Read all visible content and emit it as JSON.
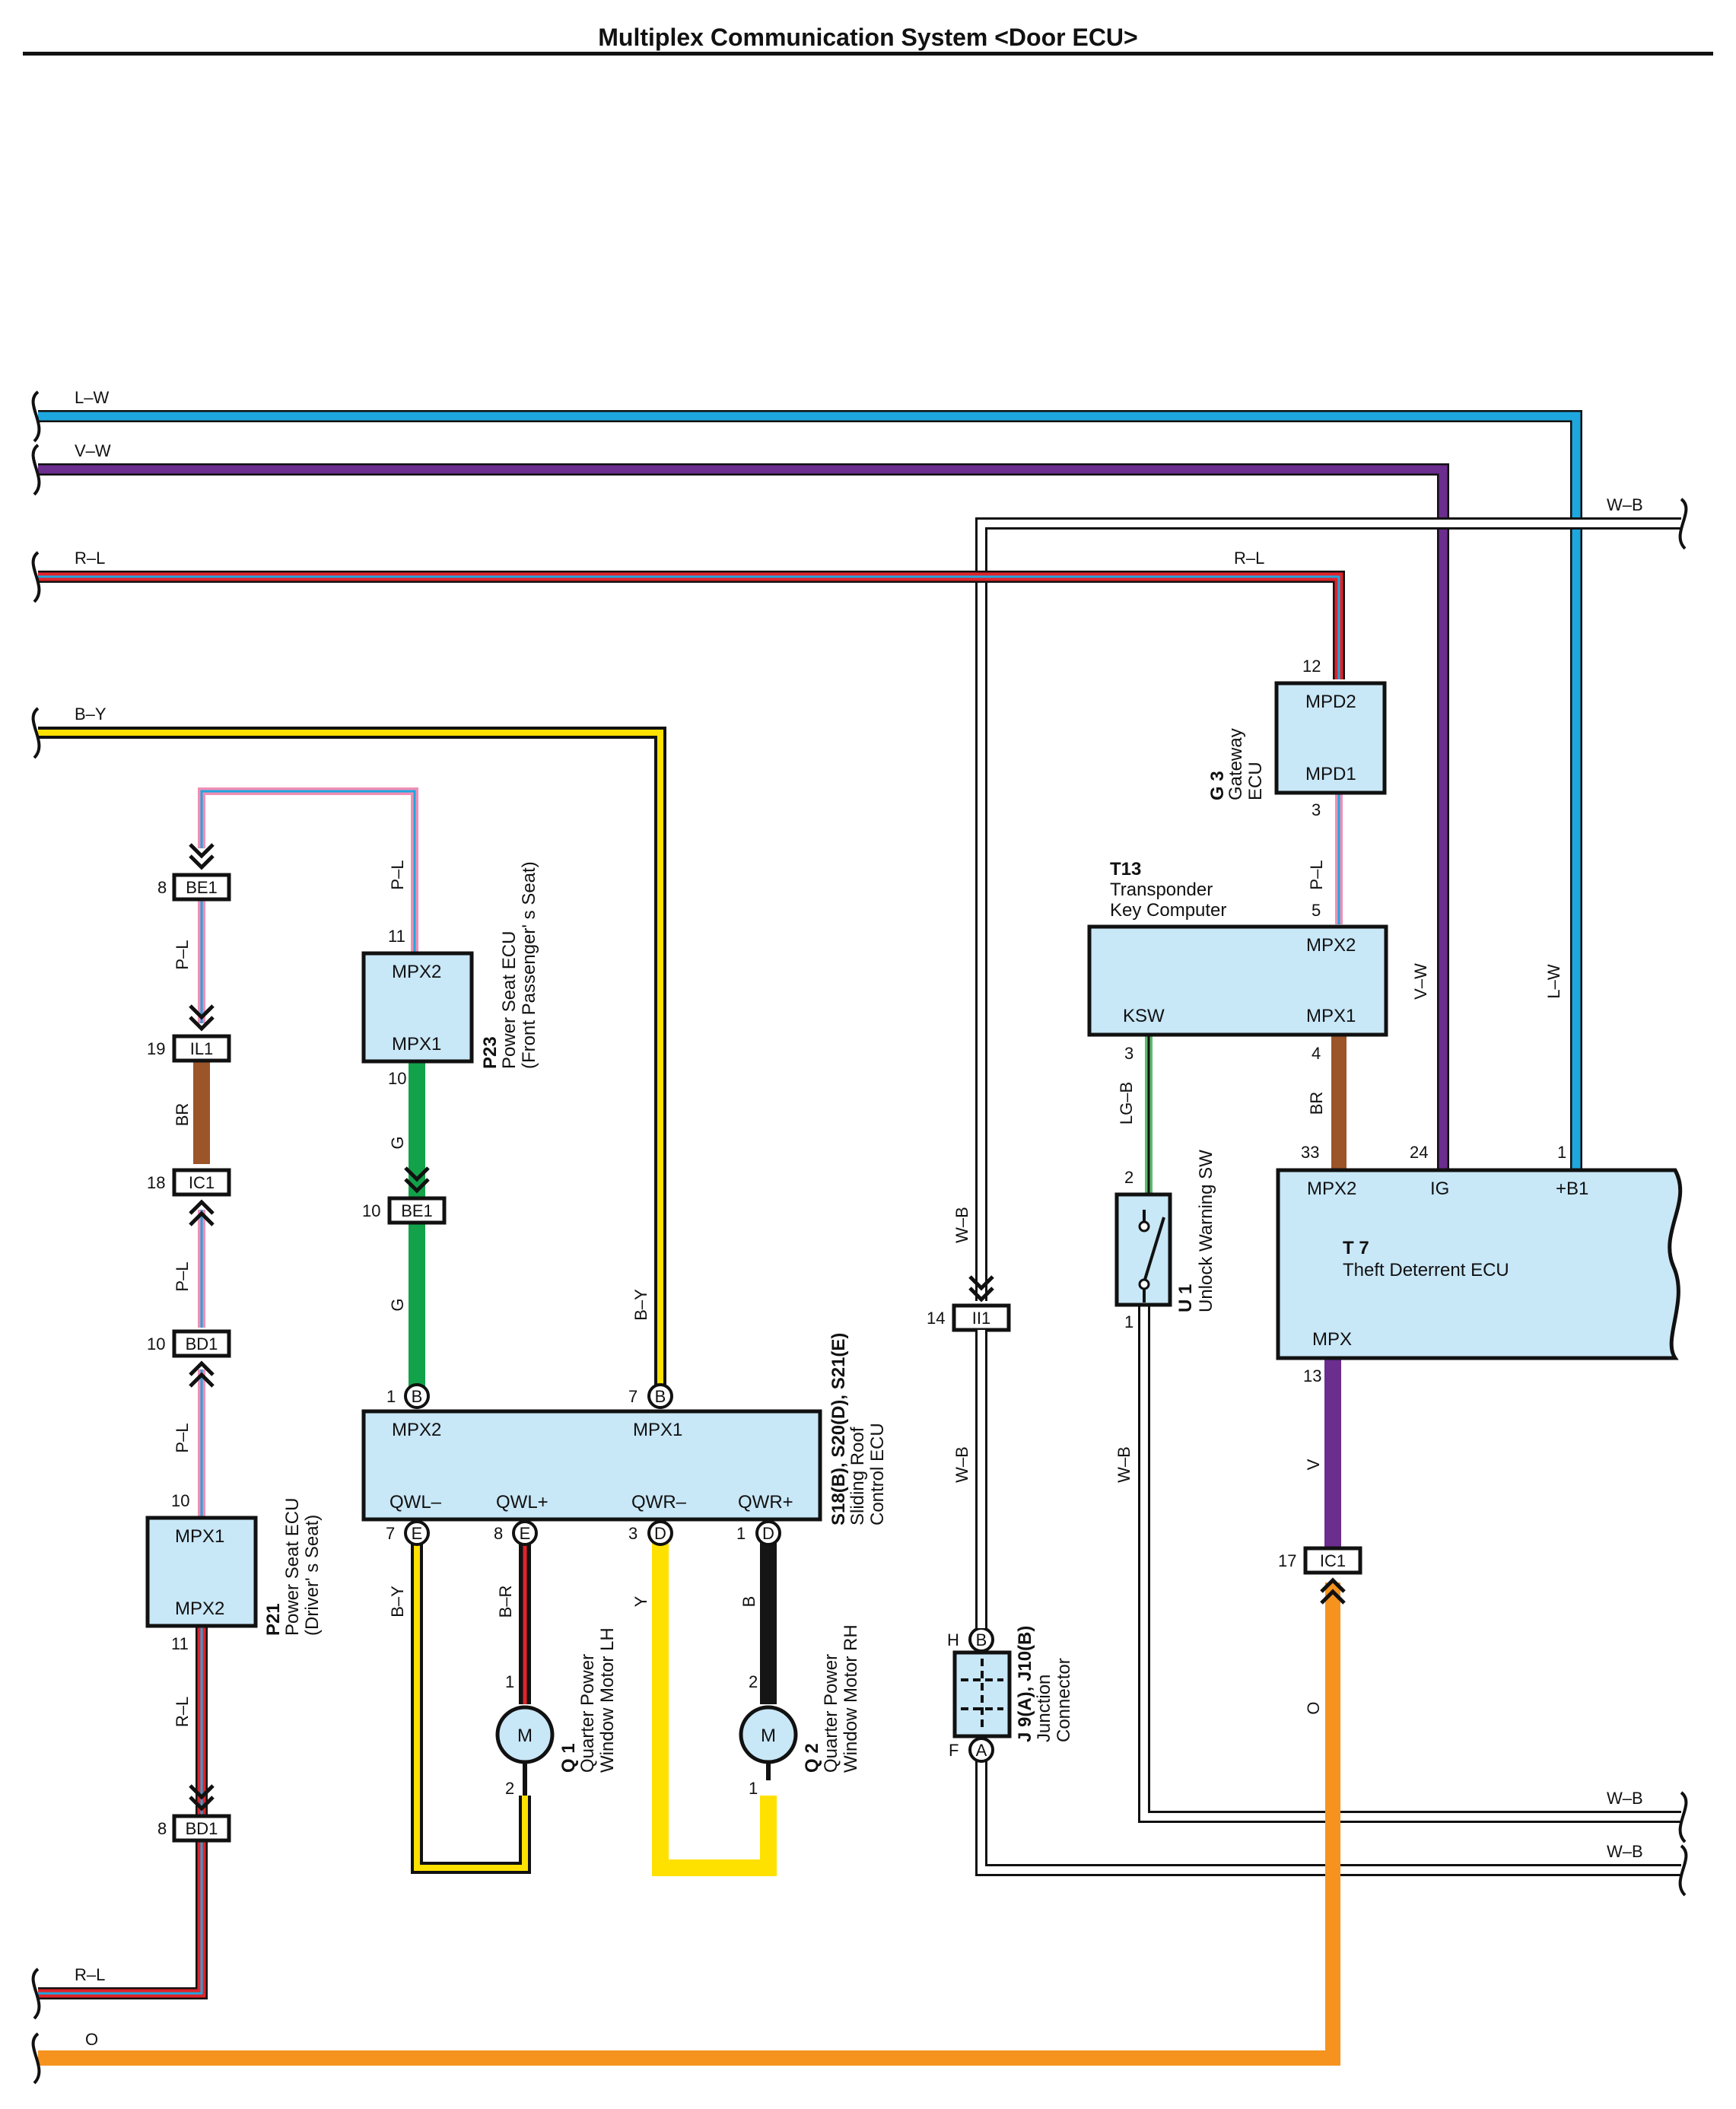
{
  "title": "Multiplex Communication System <Door ECU>",
  "colors": {
    "L-W": "#1ea7df",
    "V-W": "#6b2d8e",
    "R-L": "#e1232b",
    "B-Y": "#151515",
    "P-L": "#f08fb5",
    "BR": "#9c5429",
    "G": "#12a24a",
    "LG-B": "#5dbb6b",
    "W-B": "#ffffff",
    "V": "#6b2d8e",
    "O": "#f5931e",
    "Y": "#ffe100",
    "B": "#151515",
    "B-R": "#151515",
    "box_fill": "#c8e7f7"
  },
  "wires": {
    "lw_top": "L–W",
    "vw_top": "V–W",
    "rl_top": "R–L",
    "by_top": "B–Y",
    "wb_right_top": "W–B",
    "rl_g3": "R–L",
    "pl_g3": "P–L",
    "vw_right": "V–W",
    "lw_right": "L–W",
    "br_t13": "BR",
    "lgb_t13": "LG–B",
    "pl_p23": "P–L",
    "g_p23_a": "G",
    "g_p23_b": "G",
    "by_s18": "B–Y",
    "pl_be1": "P–L",
    "br_il1": "BR",
    "pl_ic1": "P–L",
    "pl_bd1": "P–L",
    "rl_p21": "R–L",
    "by_qwl": "B–Y",
    "br_qwl": "B–R",
    "y_qwr": "Y",
    "b_qwr": "B",
    "wb_ii1": "W–B",
    "wb_j9": "W–B",
    "wb_u1": "W–B",
    "v_t7": "V",
    "o_ic1": "O",
    "wb_right_mid": "W–B",
    "wb_right_low": "W–B",
    "rl_bottom": "R–L",
    "o_bottom": "O"
  },
  "components": {
    "g3": {
      "code": "G 3",
      "name1": "Gateway",
      "name2": "ECU",
      "term1": "MPD2",
      "term2": "MPD1",
      "pin_top": "12",
      "pin_bot": "3"
    },
    "t13": {
      "code": "T13",
      "name1": "Transponder",
      "name2": "Key Computer",
      "term_mpx2": "MPX2",
      "term_ksw": "KSW",
      "term_mpx1": "MPX1",
      "pin_mpx2": "5",
      "pin_ksw": "3",
      "pin_mpx1": "4"
    },
    "t7": {
      "code": "T 7",
      "name": "Theft Deterrent ECU",
      "term_mpx2": "MPX2",
      "term_ig": "IG",
      "term_b1": "+B1",
      "term_mpx": "MPX",
      "pin_mpx2": "33",
      "pin_ig": "24",
      "pin_b1": "1",
      "pin_mpx": "13"
    },
    "u1": {
      "code": "U 1",
      "name": "Unlock Warning SW",
      "pin_top": "2",
      "pin_bot": "1"
    },
    "p23": {
      "code": "P23",
      "name1": "Power Seat ECU",
      "name2": "(Front Passenger' s Seat)",
      "term1": "MPX2",
      "term2": "MPX1",
      "pin_top": "11",
      "pin_bot": "10"
    },
    "p21": {
      "code": "P21",
      "name1": "Power Seat ECU",
      "name2": "(Driver' s Seat)",
      "term1": "MPX1",
      "term2": "MPX2",
      "pin_top": "10",
      "pin_bot": "11"
    },
    "s18": {
      "code": "S18(B), S20(D), S21(E)",
      "name1": "Sliding Roof",
      "name2": "Control ECU",
      "term_mpx2": "MPX2",
      "term_mpx1": "MPX1",
      "term_qwlm": "QWL–",
      "term_qwlp": "QWL+",
      "term_qwrm": "QWR–",
      "term_qwrp": "QWR+",
      "pin_mpx2": "1",
      "conn_mpx2": "B",
      "pin_mpx1": "7",
      "conn_mpx1": "B",
      "pin_qwlm": "7",
      "conn_qwlm": "E",
      "pin_qwlp": "8",
      "conn_qwlp": "E",
      "pin_qwrm": "3",
      "conn_qwrm": "D",
      "pin_qwrp": "1",
      "conn_qwrp": "D"
    },
    "q1": {
      "code": "Q 1",
      "name1": "Quarter Power",
      "name2": "Window Motor LH",
      "symbol": "M",
      "pin_top": "1",
      "pin_bot": "2"
    },
    "q2": {
      "code": "Q 2",
      "name1": "Quarter Power",
      "name2": "Window Motor RH",
      "symbol": "M",
      "pin_top": "2",
      "pin_bot": "1"
    },
    "j9": {
      "code": "J 9(A), J10(B)",
      "name1": "Junction",
      "name2": "Connector",
      "pin_top": "H",
      "conn_top": "B",
      "pin_bot": "F",
      "conn_bot": "A"
    }
  },
  "connectors": {
    "be1_top": {
      "label": "BE1",
      "pin": "8"
    },
    "il1": {
      "label": "IL1",
      "pin": "19"
    },
    "ic1_left": {
      "label": "IC1",
      "pin": "18"
    },
    "bd1_mid": {
      "label": "BD1",
      "pin": "10"
    },
    "bd1_low": {
      "label": "BD1",
      "pin": "8"
    },
    "be1_p23": {
      "label": "BE1",
      "pin": "10"
    },
    "ii1": {
      "label": "II1",
      "pin": "14"
    },
    "ic1_right": {
      "label": "IC1",
      "pin": "17"
    }
  }
}
